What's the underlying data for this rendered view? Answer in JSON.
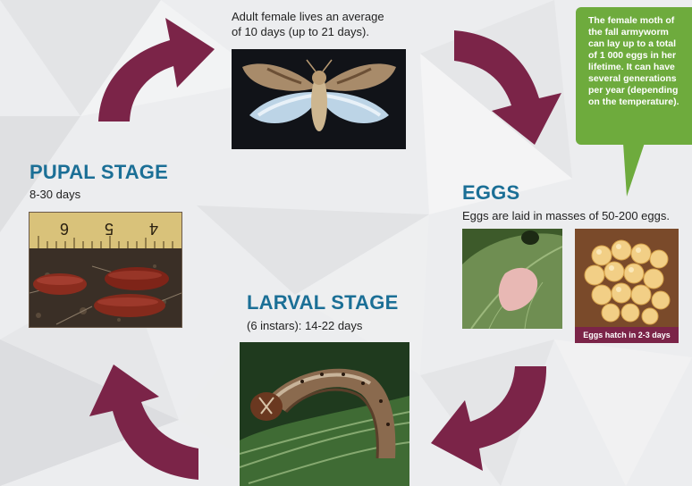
{
  "colors": {
    "arrow": "#7b2448",
    "stage_title": "#1b6f96",
    "callout": "#6eab3d"
  },
  "adult": {
    "text_line1": "Adult female lives an average",
    "text_line2": "of 10 days (up to 21 days)."
  },
  "callout": {
    "lines": [
      "The female moth of",
      "the fall armyworm",
      "can lay up to a total",
      "of 1 000 eggs in her",
      "lifetime. It can have",
      "several generations",
      "per year (depending",
      "on the temperature)."
    ]
  },
  "eggs": {
    "title": "EGGS",
    "description": "Eggs are laid in masses of 50-200 eggs.",
    "hatch_caption": "Eggs hatch in 2-3 days"
  },
  "pupal": {
    "title": "PUPAL STAGE",
    "duration": "8-30 days",
    "ruler_digits": [
      "6",
      "5",
      "4"
    ]
  },
  "larval": {
    "title": "LARVAL STAGE",
    "duration": "(6 instars): 14-22 days"
  },
  "icons": [
    "cycle-arrow-icon"
  ]
}
